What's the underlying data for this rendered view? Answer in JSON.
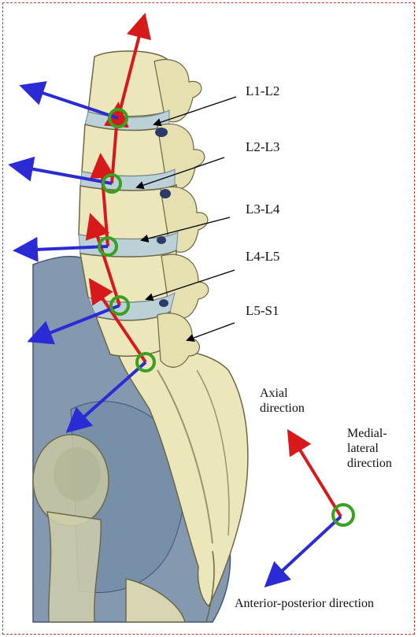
{
  "figure": {
    "level_labels": [
      "L1-L2",
      "L2-L3",
      "L3-L4",
      "L4-L5",
      "L5-S1"
    ],
    "legend": {
      "axial": "Axial direction",
      "medial_lateral": "Medial-lateral direction",
      "anterior_posterior": "Anterior-posterior direction"
    },
    "colors": {
      "axial_arrow": "#d7191c",
      "anterior_posterior_arrow": "#2b2bd6",
      "joint_circle": "#3aa020",
      "frame_border": "#c0392b",
      "bone": "#ece7bb",
      "pelvis": "#5b7596"
    }
  }
}
